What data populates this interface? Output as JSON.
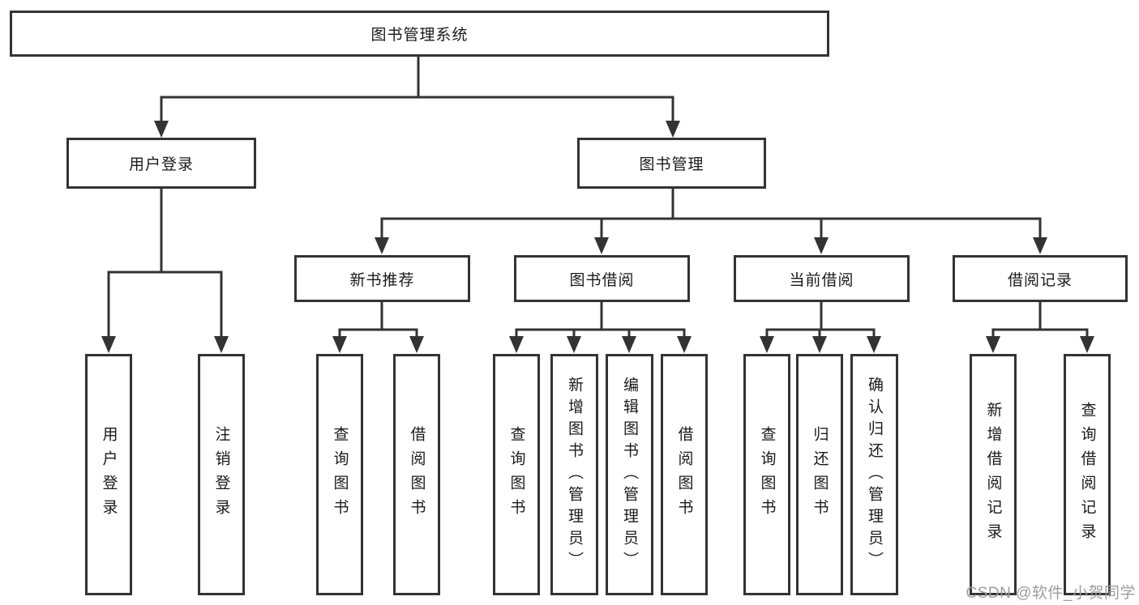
{
  "tree": {
    "root": {
      "label": "图书管理系统",
      "children": [
        {
          "label": "用户登录",
          "children": [
            {
              "label": "用户登录"
            },
            {
              "label": "注销登录"
            }
          ]
        },
        {
          "label": "图书管理",
          "children": [
            {
              "label": "新书推荐",
              "children": [
                {
                  "label": "查询图书"
                },
                {
                  "label": "借阅图书"
                }
              ]
            },
            {
              "label": "图书借阅",
              "children": [
                {
                  "label": "查询图书"
                },
                {
                  "label": "新增图书（管理员）"
                },
                {
                  "label": "编辑图书（管理员）"
                },
                {
                  "label": "借阅图书"
                }
              ]
            },
            {
              "label": "当前借阅",
              "children": [
                {
                  "label": "查询图书"
                },
                {
                  "label": "归还图书"
                },
                {
                  "label": "确认归还（管理员）"
                }
              ]
            },
            {
              "label": "借阅记录",
              "children": [
                {
                  "label": "新增借阅记录"
                },
                {
                  "label": "查询借阅记录"
                }
              ]
            }
          ]
        }
      ]
    }
  },
  "watermark": {
    "text": "CSDN @软件_小贺同学",
    "color": "#9c9c9c"
  },
  "colors": {
    "line": "#333333",
    "box_border": "#333333",
    "text": "#1a1a1a",
    "background": "#ffffff"
  }
}
